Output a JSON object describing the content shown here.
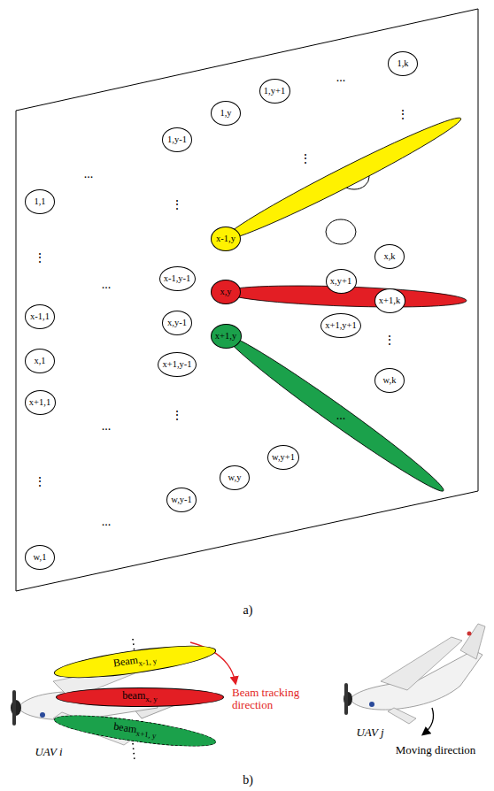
{
  "diagram": {
    "nodes": [
      {
        "text": [
          "1,k"
        ]
      },
      {
        "text": [
          "1,y+1"
        ]
      },
      {
        "text": [
          "1,y"
        ]
      },
      {
        "text": [
          "1,y-1"
        ]
      },
      {
        "text": [
          "1,1"
        ]
      },
      {
        "text": [
          "x-1,y"
        ]
      },
      {
        "text": [
          "x,k"
        ]
      },
      {
        "text": [
          "x,y+1"
        ]
      },
      {
        "text": [
          "x-1,y-1"
        ]
      },
      {
        "text": [
          "x,y"
        ]
      },
      {
        "text": [
          "x+1,k"
        ]
      },
      {
        "text": [
          "x-1,1"
        ]
      },
      {
        "text": [
          "x,y-1"
        ]
      },
      {
        "text": [
          "x+1,y+1"
        ]
      },
      {
        "text": [
          "x+1,y"
        ]
      },
      {
        "text": [
          "x,1"
        ]
      },
      {
        "text": [
          "x+1,y-1"
        ]
      },
      {
        "text": [
          "w,k"
        ]
      },
      {
        "text": [
          "x+1,1"
        ]
      },
      {
        "text": [
          "w,y+1"
        ]
      },
      {
        "text": [
          "w,y"
        ]
      },
      {
        "text": [
          "w,y-1"
        ]
      },
      {
        "text": [
          "w,1"
        ]
      },
      {
        "text": [
          "Beamx-1, y"
        ]
      },
      {
        "text": [
          "beamx, y"
        ]
      },
      {
        "text": [
          "beamx+1, y"
        ]
      }
    ],
    "labels": [
      "...",
      "...",
      "⋮",
      "⋮",
      "⋮",
      "⋮",
      "...",
      "...",
      "⋮",
      "⋮",
      "...",
      "⋮",
      "...",
      "a)",
      "UAV i",
      "Beam tracking direction",
      "UAV j",
      "Moving direction",
      "b)"
    ]
  }
}
